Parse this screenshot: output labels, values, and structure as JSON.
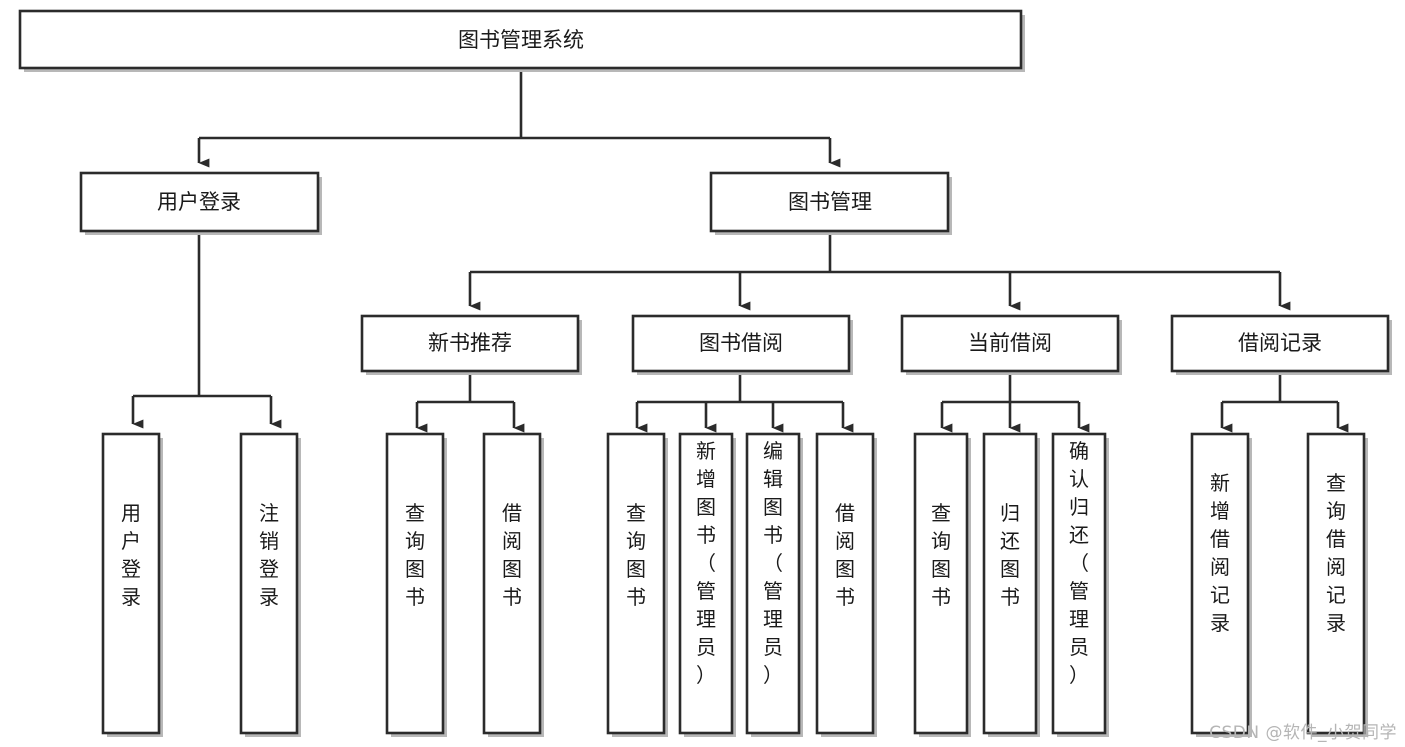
{
  "diagram": {
    "title": "图书管理系统",
    "type": "tree-hierarchy",
    "root": {
      "label": "图书管理系统"
    },
    "level2": [
      {
        "label": "用户登录"
      },
      {
        "label": "图书管理"
      }
    ],
    "level3": [
      {
        "label": "新书推荐"
      },
      {
        "label": "图书借阅"
      },
      {
        "label": "当前借阅"
      },
      {
        "label": "借阅记录"
      }
    ],
    "leaves": {
      "user_login": [
        {
          "label": "用户登录"
        },
        {
          "label": "注销登录"
        }
      ],
      "new_book_recommend": [
        {
          "label": "查询图书"
        },
        {
          "label": "借阅图书"
        }
      ],
      "book_borrow": [
        {
          "label": "查询图书"
        },
        {
          "label": "新增图书（管理员）"
        },
        {
          "label": "编辑图书（管理员）"
        },
        {
          "label": "借阅图书"
        }
      ],
      "current_borrow": [
        {
          "label": "查询图书"
        },
        {
          "label": "归还图书"
        },
        {
          "label": "确认归还（管理员）"
        }
      ],
      "borrow_record": [
        {
          "label": "新增借阅记录"
        },
        {
          "label": "查询借阅记录"
        }
      ]
    }
  },
  "watermark": {
    "text": "CSDN @软件_小贺同学"
  },
  "colors": {
    "stroke": "#2b2b2b",
    "fill": "#ffffff",
    "text": "#1a1a1a",
    "watermark": "#b5b5b5",
    "background": "#ffffff"
  }
}
